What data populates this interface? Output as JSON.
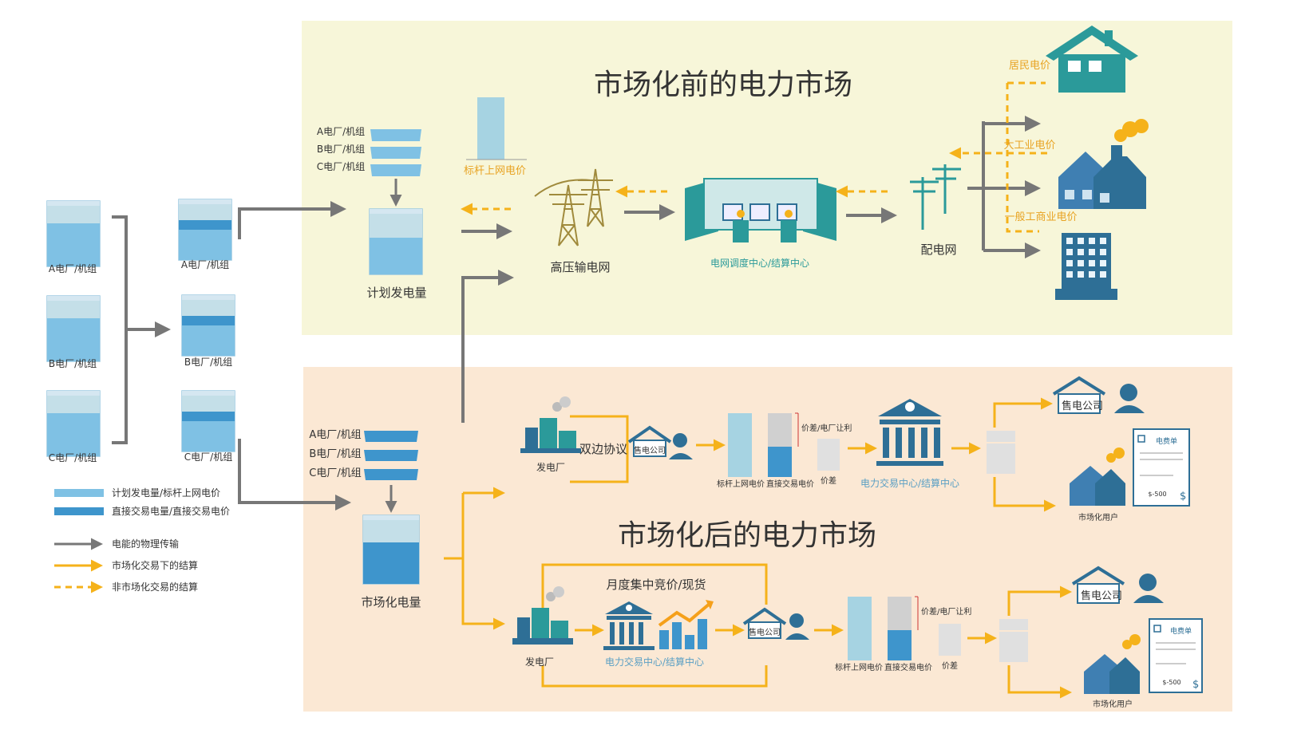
{
  "colors": {
    "top_bg": "#f7f6d9",
    "bottom_bg": "#fbe8d4",
    "teal": "#2b9a9a",
    "blue_dark": "#2e6f96",
    "water_light": "#7fc1e4",
    "water_dark": "#3e95cc",
    "arrow_gray": "#777777",
    "arrow_yellow": "#f5b21a",
    "orange_text": "#e8a322"
  },
  "top_section": {
    "title": "市场化前的电力市场",
    "plants": [
      "A电厂/机组",
      "B电厂/机组",
      "C电厂/机组"
    ],
    "planned_volume": "计划发电量",
    "benchmark_price": "标杆上网电价",
    "hv_grid": "高压输电网",
    "dispatch_center": "电网调度中心/结算中心",
    "distribution": "配电网",
    "residential_price": "居民电价",
    "industrial_price": "大工业电价",
    "commercial_price": "一般工商业电价"
  },
  "left_column": {
    "plants_full": [
      "A电厂/机组",
      "B电厂/机组",
      "C电厂/机组"
    ],
    "plants_split": [
      "A电厂/机组",
      "B电厂/机组",
      "C电厂/机组"
    ]
  },
  "legend": {
    "items": [
      "计划发电量/标杆上网电价",
      "直接交易电量/直接交易电价",
      "电能的物理传输",
      "市场化交易下的结算",
      "非市场化交易的结算"
    ]
  },
  "bottom_section": {
    "title": "市场化后的电力市场",
    "plants": [
      "A电厂/机组",
      "B电厂/机组",
      "C电厂/机组"
    ],
    "market_volume": "市场化电量",
    "upper": {
      "power_plant": "发电厂",
      "bilateral": "双边协议",
      "retailer": "售电公司",
      "benchmark_bar": "标杆上网电价",
      "direct_bar": "直接交易电价",
      "margin_note": "价差/电厂让利",
      "spread": "价差",
      "exchange": "电力交易中心/结算中心",
      "retailer_out": "售电公司",
      "user": "市场化用户",
      "bill_title": "电费单",
      "bill_amount": "$-500"
    },
    "lower": {
      "power_plant": "发电厂",
      "auction": "月度集中竞价/现货",
      "exchange": "电力交易中心/结算中心",
      "retailer": "售电公司",
      "benchmark_bar": "标杆上网电价",
      "direct_bar": "直接交易电价",
      "margin_note": "价差/电厂让利",
      "spread": "价差",
      "retailer_out": "售电公司",
      "user": "市场化用户",
      "bill_title": "电费单",
      "bill_amount": "$-500"
    }
  }
}
